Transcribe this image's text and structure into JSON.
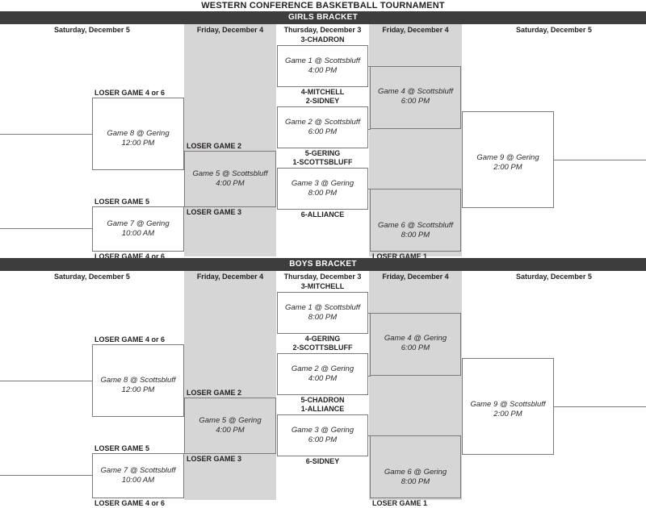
{
  "document": {
    "title": "WESTERN CONFERENCE BASKETBALL TOURNAMENT",
    "colors": {
      "banner_bg": "#3d3d3d",
      "banner_text": "#ffffff",
      "day_band": "#d6d6d6",
      "line": "#7a7a7a",
      "text": "#231f20"
    }
  },
  "brackets": [
    {
      "id": "girls",
      "banner": "GIRLS BRACKET",
      "days": [
        "Saturday, December 5",
        "Friday, December 4",
        "Thursday, December 3",
        "Friday, December 4",
        "Saturday, December 5"
      ],
      "seeds": [
        "3-CHADRON",
        "4-MITCHELL",
        "2-SIDNEY",
        "5-GERING",
        "1-SCOTTSBLUFF",
        "6-ALLIANCE"
      ],
      "loser_labels": {
        "g8_top": "LOSER GAME 4 or 6",
        "g7_top": "LOSER GAME 5",
        "g7_bottom": "LOSER GAME 4 or 6",
        "g5_top": "LOSER GAME 2",
        "g5_bottom": "LOSER GAME 3",
        "g6_bottom": "LOSER GAME 1"
      },
      "games": [
        {
          "id": "game1",
          "name": "Game 1 @ Scottsbluff",
          "time": "4:00 PM"
        },
        {
          "id": "game2",
          "name": "Game 2 @ Scottsbluff",
          "time": "6:00 PM"
        },
        {
          "id": "game3",
          "name": "Game 3 @ Gering",
          "time": "8:00 PM"
        },
        {
          "id": "game4",
          "name": "Game 4 @ Scottsbluff",
          "time": "6:00 PM"
        },
        {
          "id": "game5",
          "name": "Game 5 @ Scottsbluff",
          "time": "4:00 PM"
        },
        {
          "id": "game6",
          "name": "Game 6 @ Scottsbluff",
          "time": "8:00 PM"
        },
        {
          "id": "game7",
          "name": "Game 7 @ Gering",
          "time": "10:00 AM"
        },
        {
          "id": "game8",
          "name": "Game 8 @ Gering",
          "time": "12:00 PM"
        },
        {
          "id": "game9",
          "name": "Game 9 @ Gering",
          "time": "2:00 PM"
        }
      ]
    },
    {
      "id": "boys",
      "banner": "BOYS BRACKET",
      "days": [
        "Saturday, December 5",
        "Friday, December 4",
        "Thursday, December 3",
        "Friday, December 4",
        "Saturday, December 5"
      ],
      "seeds": [
        "3-MITCHELL",
        "4-GERING",
        "2-SCOTTSBLUFF",
        "5-CHADRON",
        "1-ALLIANCE",
        "6-SIDNEY"
      ],
      "loser_labels": {
        "g8_top": "LOSER GAME 4 or 6",
        "g7_top": "LOSER GAME 5",
        "g7_bottom": "LOSER GAME 4 or 6",
        "g5_top": "LOSER GAME 2",
        "g5_bottom": "LOSER GAME 3",
        "g6_bottom": "LOSER GAME 1"
      },
      "games": [
        {
          "id": "game1",
          "name": "Game 1 @ Scottsbluff",
          "time": "8:00 PM"
        },
        {
          "id": "game2",
          "name": "Game 2 @ Gering",
          "time": "4:00 PM"
        },
        {
          "id": "game3",
          "name": "Game 3 @ Gering",
          "time": "6:00 PM"
        },
        {
          "id": "game4",
          "name": "Game 4 @ Gering",
          "time": "6:00 PM"
        },
        {
          "id": "game5",
          "name": "Game 5 @ Gering",
          "time": "4:00 PM"
        },
        {
          "id": "game6",
          "name": "Game 6 @ Gering",
          "time": "8:00 PM"
        },
        {
          "id": "game7",
          "name": "Game 7 @ Scottsbluff",
          "time": "10:00 AM"
        },
        {
          "id": "game8",
          "name": "Game 8 @ Scottsbluff",
          "time": "12:00 PM"
        },
        {
          "id": "game9",
          "name": "Game 9 @ Scottsbluff",
          "time": "2:00 PM"
        }
      ]
    }
  ]
}
